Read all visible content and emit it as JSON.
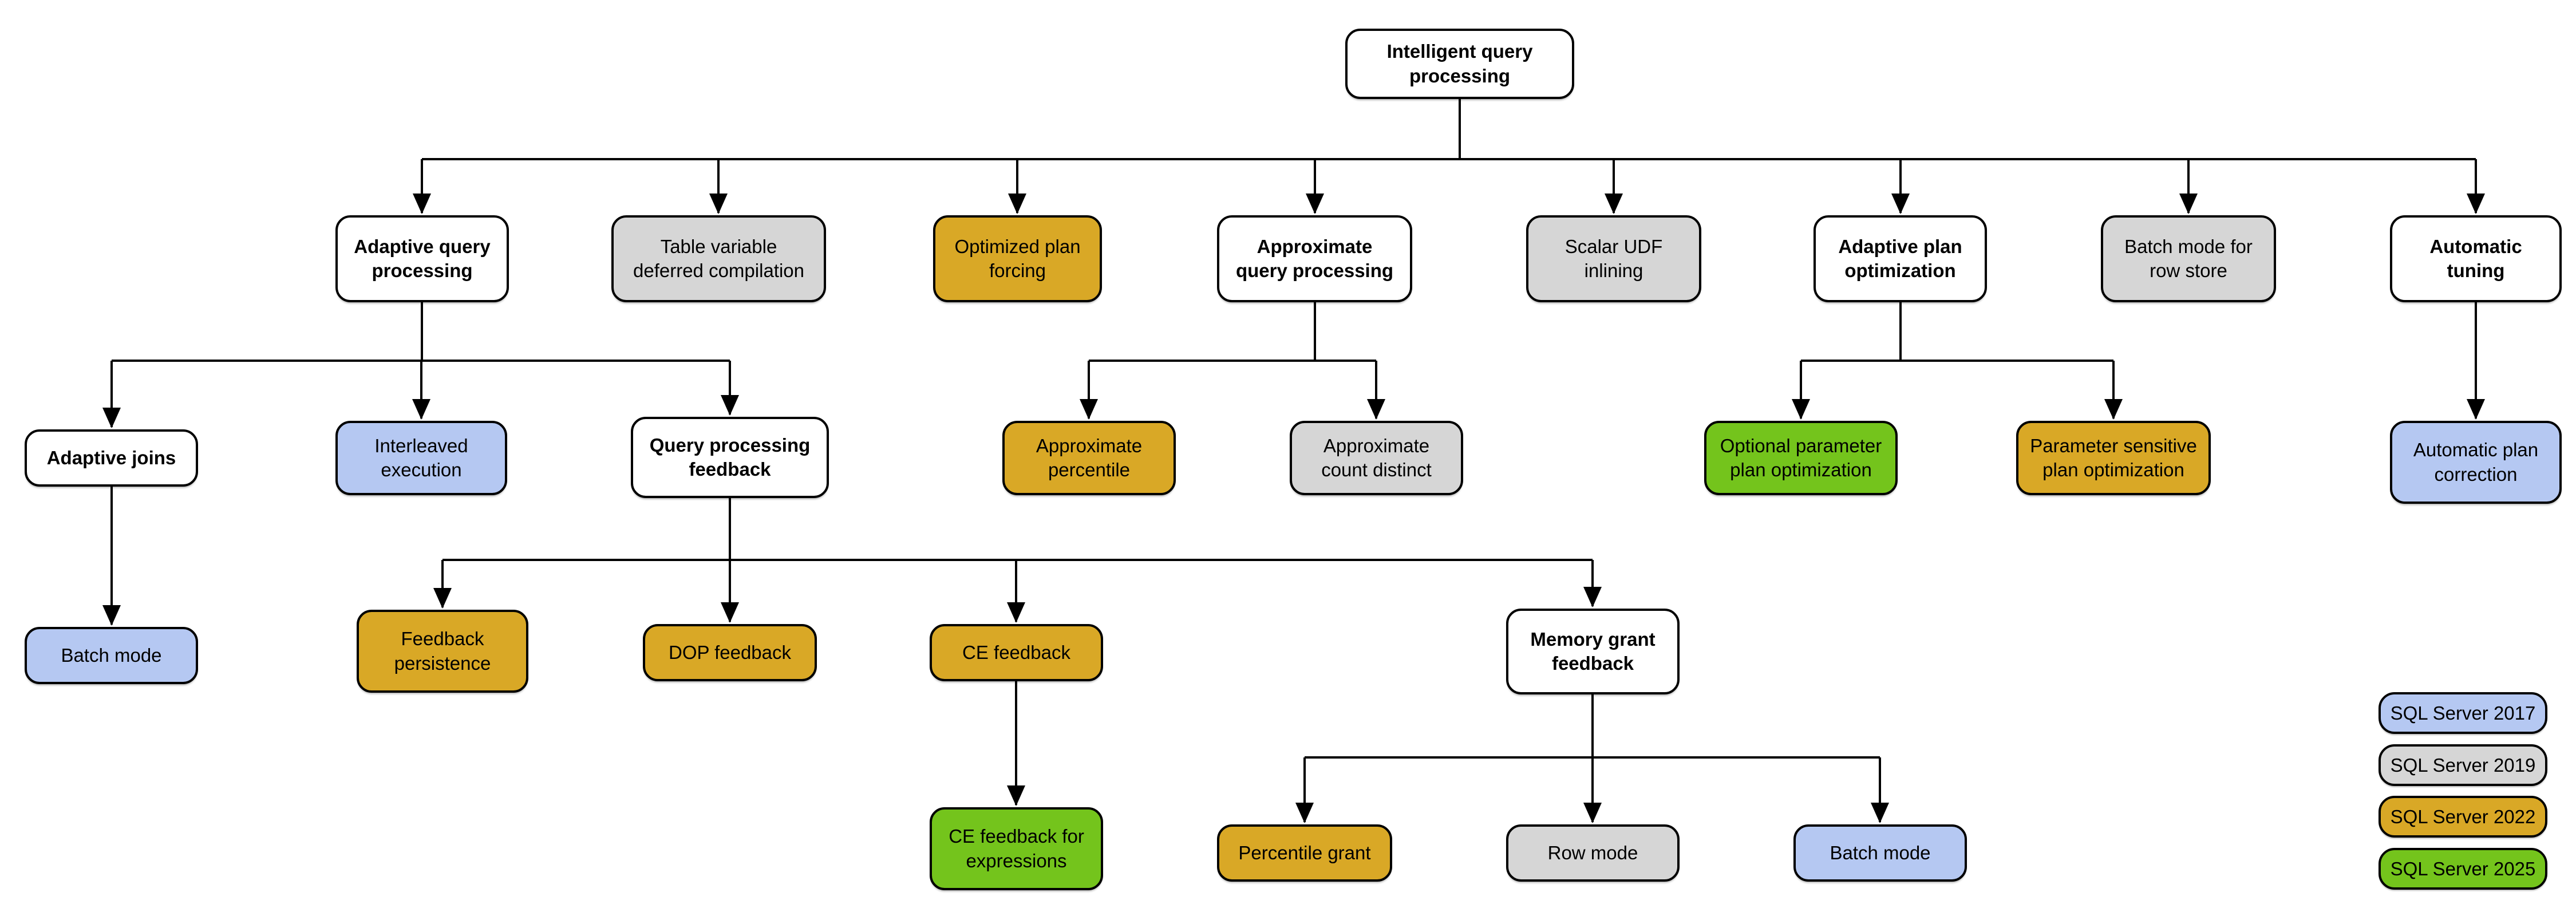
{
  "colors": {
    "parent": "#FFFFFF",
    "v2017": "#B5C8F2",
    "v2019": "#D6D6D6",
    "v2022": "#D9A826",
    "v2025": "#74C41C",
    "border": "#000000",
    "line": "#000000"
  },
  "nodes": {
    "root": {
      "label": "Intelligent query\nprocessing",
      "version": "parent"
    },
    "adaptive_query_processing": {
      "label": "Adaptive query\nprocessing",
      "version": "parent"
    },
    "table_variable_deferred_compilation": {
      "label": "Table variable\ndeferred compilation",
      "version": "v2019"
    },
    "optimized_plan_forcing": {
      "label": "Optimized plan\nforcing",
      "version": "v2022"
    },
    "approximate_query_processing": {
      "label": "Approximate\nquery processing",
      "version": "parent"
    },
    "scalar_udf_inlining": {
      "label": "Scalar UDF\ninlining",
      "version": "v2019"
    },
    "adaptive_plan_optimization": {
      "label": "Adaptive plan\noptimization",
      "version": "parent"
    },
    "batch_mode_for_row_store": {
      "label": "Batch mode for\nrow store",
      "version": "v2019"
    },
    "automatic_tuning": {
      "label": "Automatic\ntuning",
      "version": "parent"
    },
    "adaptive_joins": {
      "label": "Adaptive joins",
      "version": "parent"
    },
    "interleaved_execution": {
      "label": "Interleaved\nexecution",
      "version": "v2017"
    },
    "query_processing_feedback": {
      "label": "Query processing\nfeedback",
      "version": "parent"
    },
    "approximate_percentile": {
      "label": "Approximate\npercentile",
      "version": "v2022"
    },
    "approximate_count_distinct": {
      "label": "Approximate\ncount distinct",
      "version": "v2019"
    },
    "optional_parameter_plan_optimization": {
      "label": "Optional parameter\nplan optimization",
      "version": "v2025"
    },
    "parameter_sensitive_plan_optimization": {
      "label": "Parameter sensitive\nplan optimization",
      "version": "v2022"
    },
    "automatic_plan_correction": {
      "label": "Automatic plan\ncorrection",
      "version": "v2017"
    },
    "batch_mode_adaptive_joins": {
      "label": "Batch mode",
      "version": "v2017"
    },
    "feedback_persistence": {
      "label": "Feedback\npersistence",
      "version": "v2022"
    },
    "dop_feedback": {
      "label": "DOP feedback",
      "version": "v2022"
    },
    "ce_feedback": {
      "label": "CE feedback",
      "version": "v2022"
    },
    "memory_grant_feedback": {
      "label": "Memory grant\nfeedback",
      "version": "parent"
    },
    "ce_feedback_for_expressions": {
      "label": "CE feedback for\nexpressions",
      "version": "v2025"
    },
    "percentile_grant": {
      "label": "Percentile grant",
      "version": "v2022"
    },
    "row_mode": {
      "label": "Row mode",
      "version": "v2019"
    },
    "batch_mode_memory_grant": {
      "label": "Batch mode",
      "version": "v2017"
    }
  },
  "legend": {
    "items": [
      {
        "label": "SQL Server 2017",
        "version": "v2017"
      },
      {
        "label": "SQL Server 2019",
        "version": "v2019"
      },
      {
        "label": "SQL Server 2022",
        "version": "v2022"
      },
      {
        "label": "SQL Server 2025",
        "version": "v2025"
      }
    ]
  }
}
